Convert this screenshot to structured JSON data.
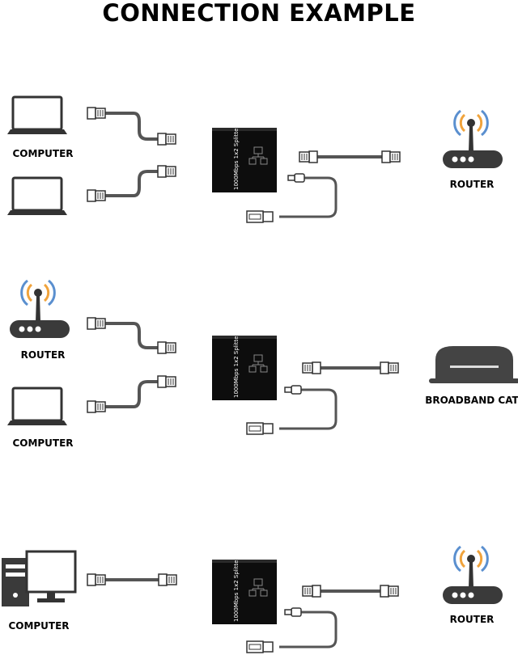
{
  "title": "CONNECTION EXAMPLE",
  "splitter_text": "1000Mbps 1x2 Splitter",
  "examples": [
    {
      "left_top": "COMPUTER",
      "right": "ROUTER"
    },
    {
      "left_top": "ROUTER",
      "left_bottom": "COMPUTER",
      "right": "BROADBAND CAT"
    },
    {
      "left_top": "COMPUTER",
      "right": "ROUTER"
    }
  ],
  "colors": {
    "device": "#3a3a3a",
    "splitter": "#0d0d0d",
    "signal_orange": "#f0a33c",
    "signal_blue": "#5a8fcf",
    "cable": "#555555"
  }
}
